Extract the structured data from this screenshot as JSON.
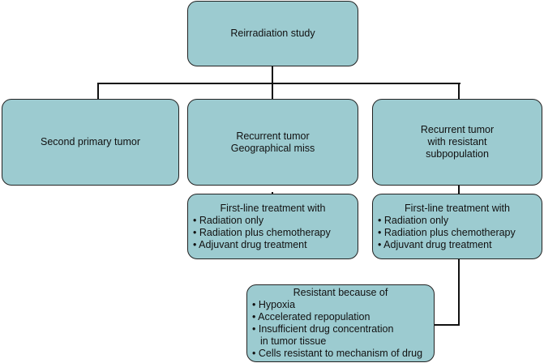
{
  "root": {
    "label": "Reirradiation study"
  },
  "branches": [
    {
      "label": "Second primary tumor"
    },
    {
      "label": "Recurrent tumor\nGeographical miss"
    },
    {
      "label": "Recurrent tumor\nwith resistant\nsubpopulation"
    }
  ],
  "first_line_left": {
    "heading": "First-line treatment with",
    "items": [
      "Radiation only",
      "Radiation plus chemotherapy",
      "Adjuvant drug treatment"
    ]
  },
  "first_line_right": {
    "heading": "First-line treatment with",
    "items": [
      "Radiation only",
      "Radiation plus chemotherapy",
      "Adjuvant drug treatment"
    ]
  },
  "resistant": {
    "heading": "Resistant because of",
    "items": [
      "Hypoxia",
      "Accelerated repopulation",
      "Insufficient drug concentration in tumor tissue",
      "Cells resistant to mechanism of drug"
    ]
  },
  "colors": {
    "box_fill": "#9ccbd0",
    "stroke": "#222222"
  }
}
